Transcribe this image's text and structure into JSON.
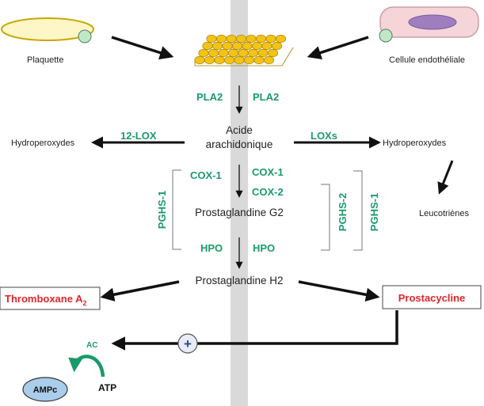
{
  "colors": {
    "enzyme": "#1a9a6a",
    "product_red": "#e0262b",
    "membrane_band": "#d9d9d9",
    "platelet_fill": "#fff6c8",
    "platelet_stroke": "#c9a900",
    "cell_fill": "#f6d5d9",
    "nucleus": "#9f7ec0",
    "receptor": "#bfe8c8",
    "lipid": "#f3c316",
    "ampc_fill": "#a9cdea",
    "plus_fill": "#e7ecf6"
  },
  "labels": {
    "platelet": "Plaquette",
    "endothelial": "Cellule endothéliale",
    "hydro_left": "Hydroperoxydes",
    "hydro_right": "Hydroperoxydes",
    "leukotrienes": "Leucotriènes",
    "arachidonic_line1": "Acide",
    "arachidonic_line2": "arachidonique",
    "pgg2": "Prostaglandine G2",
    "pgh2": "Prostaglandine H2",
    "thromboxane": "Thromboxane A",
    "thromboxane_sub": "2",
    "prostacyclin": "Prostacycline",
    "ac": "AC",
    "ampc": "AMPc",
    "atp": "ATP",
    "plus": "+"
  },
  "enzymes": {
    "pla2_left": "PLA2",
    "pla2_right": "PLA2",
    "lox12": "12-LOX",
    "loxs": "LOXs",
    "cox1_left": "COX-1",
    "cox1_right": "COX-1",
    "cox2_right": "COX-2",
    "hpo_left": "HPO",
    "hpo_right": "HPO",
    "pghs1_left": "PGHS-1",
    "pghs2_right": "PGHS-2",
    "pghs1_right": "PGHS-1"
  }
}
